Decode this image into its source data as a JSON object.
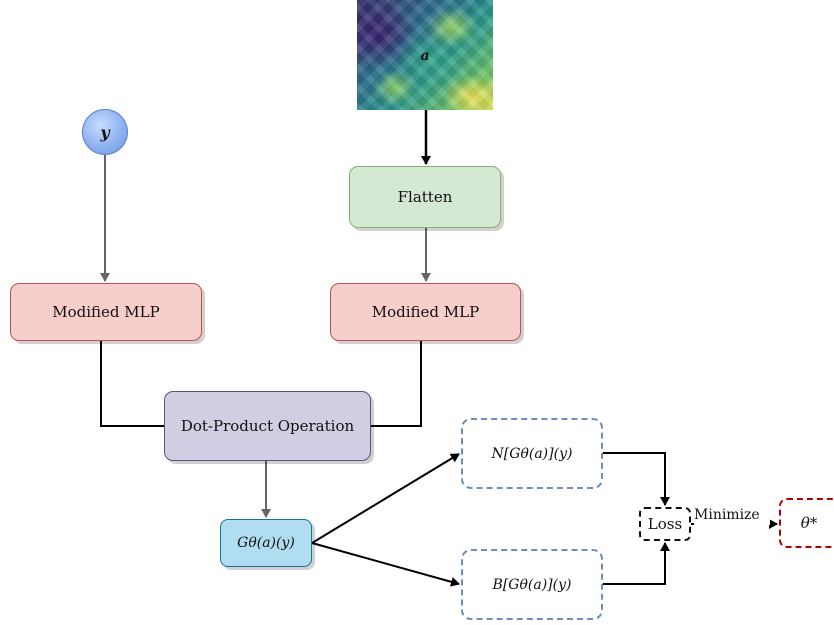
{
  "inputs": {
    "query_symbol": "y",
    "field_symbol": "a"
  },
  "nodes": {
    "flatten": "Flatten",
    "mlp_left": "Modified MLP",
    "mlp_right": "Modified MLP",
    "dot_product": "Dot-Product Operation",
    "operator_output": "Gθ(a)(y)",
    "n_operator": "N[Gθ(a)](y)",
    "b_operator": "B[Gθ(a)](y)",
    "loss": "Loss",
    "optimum": "θ*"
  },
  "edges": {
    "minimize_label": "Minimize"
  },
  "colors": {
    "flatten_fill": "#d5e8d4",
    "mlp_fill": "#f8cecc",
    "dot_fill": "#d0cee2",
    "output_fill": "#b1ddf0",
    "dashed_blue": "#6c8ebf",
    "dashed_red": "#b20000",
    "field_colormap": "viridis"
  }
}
